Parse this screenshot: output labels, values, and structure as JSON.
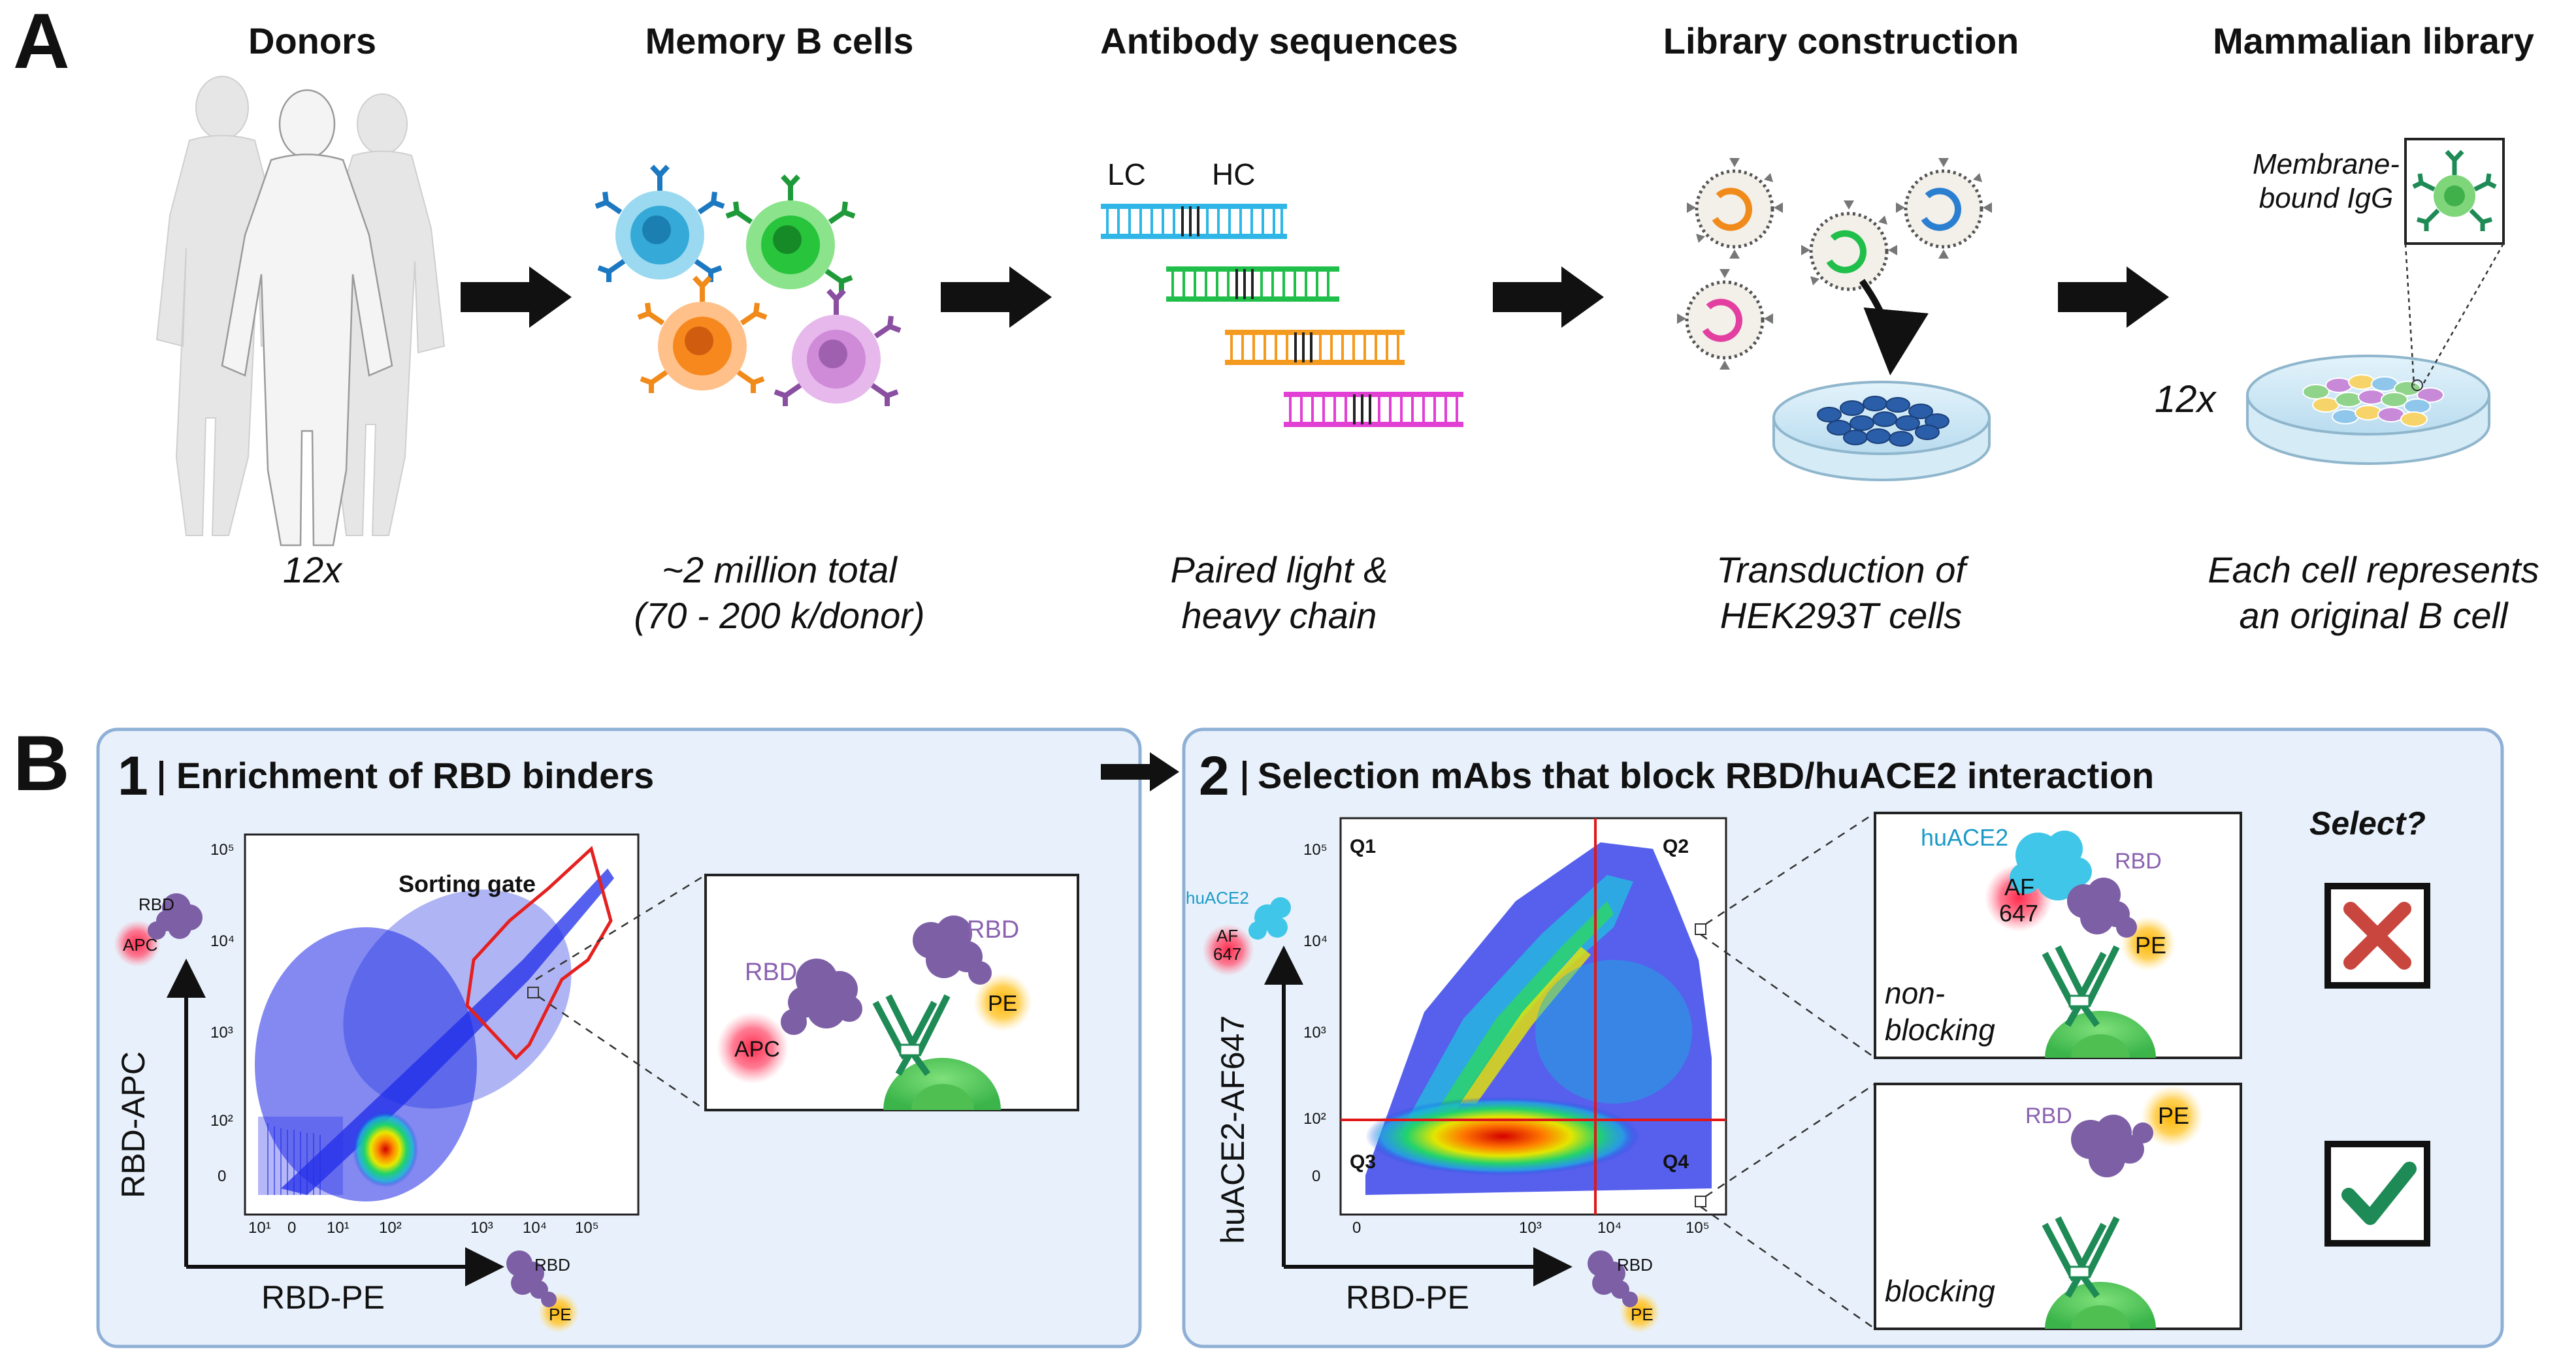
{
  "panel_labels": {
    "a": "A",
    "b": "B"
  },
  "stages": [
    {
      "title": "Donors",
      "caption_lines": [
        "12x"
      ]
    },
    {
      "title": "Memory B cells",
      "caption_lines": [
        "~2 million total",
        "(70 - 200 k/donor)"
      ]
    },
    {
      "title": "Antibody sequences",
      "caption_lines": [
        "Paired light &",
        "heavy chain"
      ]
    },
    {
      "title": "Library construction",
      "caption_lines": [
        "Transduction of",
        "HEK293T cells"
      ]
    },
    {
      "title": "Mammalian library",
      "caption_lines": [
        "Each cell represents",
        "an original B cell"
      ]
    }
  ],
  "antibody_sequences": {
    "lc_label": "LC",
    "hc_label": "HC"
  },
  "mammalian_library": {
    "multiplier": "12x",
    "membrane_label_lines": [
      "Membrane-",
      "bound IgG"
    ]
  },
  "box1": {
    "number": "1",
    "title": "Enrichment of RBD binders",
    "gate_label": "Sorting gate",
    "x_axis_label": "RBD-PE",
    "y_axis_label": "RBD-APC",
    "y_ticks": [
      "10⁵",
      "10⁴",
      "10³",
      "10²",
      "0"
    ],
    "x_ticks": [
      "10¹",
      "0",
      "10¹",
      "10²",
      "10³",
      "10⁴",
      "10⁵"
    ],
    "legend_rbd": "RBD",
    "legend_apc": "APC",
    "legend_pe": "PE",
    "inset_rbd_left": "RBD",
    "inset_rbd_right": "RBD",
    "inset_apc": "APC",
    "inset_pe": "PE"
  },
  "box2": {
    "number": "2",
    "title": "Selection mAbs that block RBD/huACE2 interaction",
    "quadrants": [
      "Q1",
      "Q2",
      "Q3",
      "Q4"
    ],
    "x_axis_label": "RBD-PE",
    "y_axis_label": "huACE2-AF647",
    "y_ticks": [
      "10⁵",
      "10⁴",
      "10³",
      "10²",
      "0"
    ],
    "x_ticks": [
      "0",
      "10³",
      "10⁴",
      "10⁵"
    ],
    "legend_huace2": "huACE2",
    "legend_af": "AF",
    "legend_647": "647",
    "legend_rbd": "RBD",
    "legend_pe": "PE",
    "select_label": "Select?",
    "nonblocking": {
      "huace2": "huACE2",
      "af": "AF",
      "af_num": "647",
      "rbd": "RBD",
      "pe": "PE",
      "label_lines": [
        "non-",
        "blocking"
      ]
    },
    "blocking": {
      "rbd": "RBD",
      "pe": "PE",
      "label": "blocking"
    }
  },
  "colors": {
    "lc_cyan": "#2fb6e6",
    "green": "#1fbf4a",
    "orange": "#f39a1f",
    "magenta": "#e23fd5",
    "box_fill": "#e8f1fb",
    "box_border": "#8fb0d6",
    "red_x": "#c8463e",
    "check": "#1e8a55"
  }
}
